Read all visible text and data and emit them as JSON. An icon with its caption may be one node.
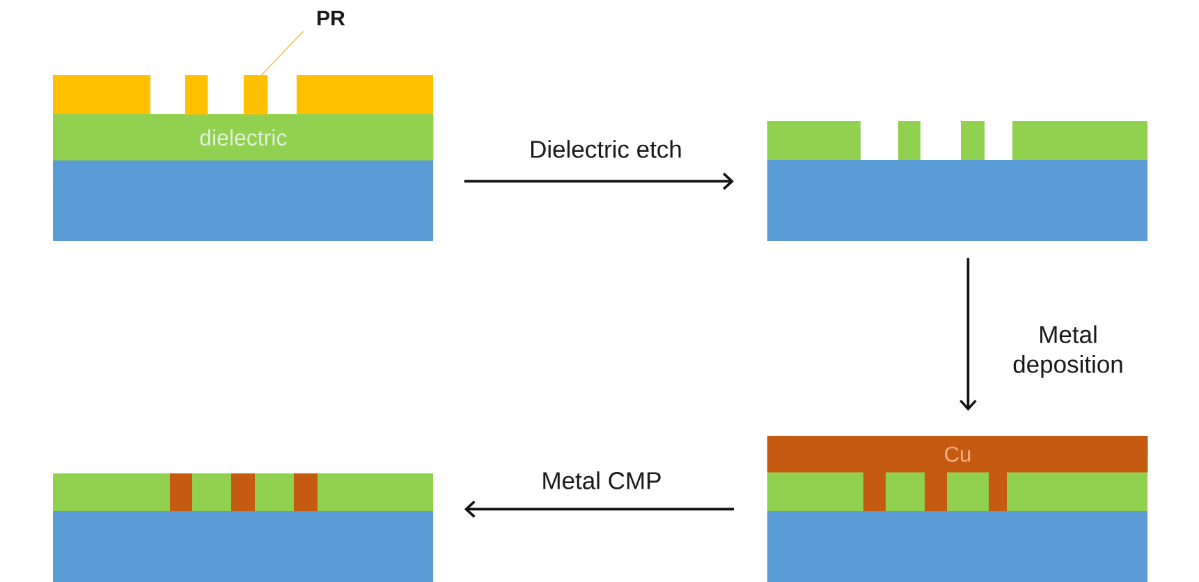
{
  "diagram": {
    "nodes": [
      {
        "text": [
          "PR"
        ]
      },
      {
        "text": [],
        "shape": "box"
      },
      {
        "text": [
          "dielectric"
        ],
        "in": 1
      },
      {
        "text": [],
        "shape": "box",
        "in": 1
      },
      {
        "text": [],
        "shape": "box",
        "in": 1
      },
      {
        "text": [],
        "shape": "box"
      },
      {
        "text": [],
        "shape": "box"
      },
      {
        "text": [
          "Cu"
        ],
        "in": 6
      },
      {
        "text": [],
        "shape": "box"
      }
    ],
    "edges": [
      {
        "from": 0,
        "to": 4,
        "arrow": "none",
        "color": "#f0c050"
      },
      {
        "from": 1,
        "to": 5,
        "arrow": "to",
        "label": "Dielectric etch"
      },
      {
        "from": 5,
        "to": 6,
        "arrow": "to",
        "label": "Metal deposition"
      },
      {
        "from": 6,
        "to": 8,
        "arrow": "to",
        "label": "Metal CMP"
      }
    ]
  }
}
